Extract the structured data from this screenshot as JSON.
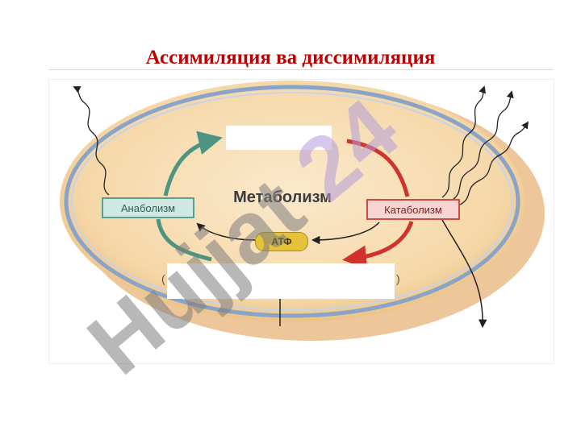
{
  "title": "Ассимиляция ва диссимиляция",
  "diagram": {
    "center_label": "Метаболизм",
    "left_box": "Анаболизм",
    "right_box": "Катаболизм",
    "energy_label": "АТФ",
    "bracket_left": "(",
    "bracket_right": ")"
  },
  "watermark": "Hujjat 24",
  "colors": {
    "title": "#c00000",
    "anabolism": "#5aa08e",
    "catabolism": "#d04a43",
    "cell_fill": "#f5dcb3",
    "atp": "#e5c23a"
  }
}
